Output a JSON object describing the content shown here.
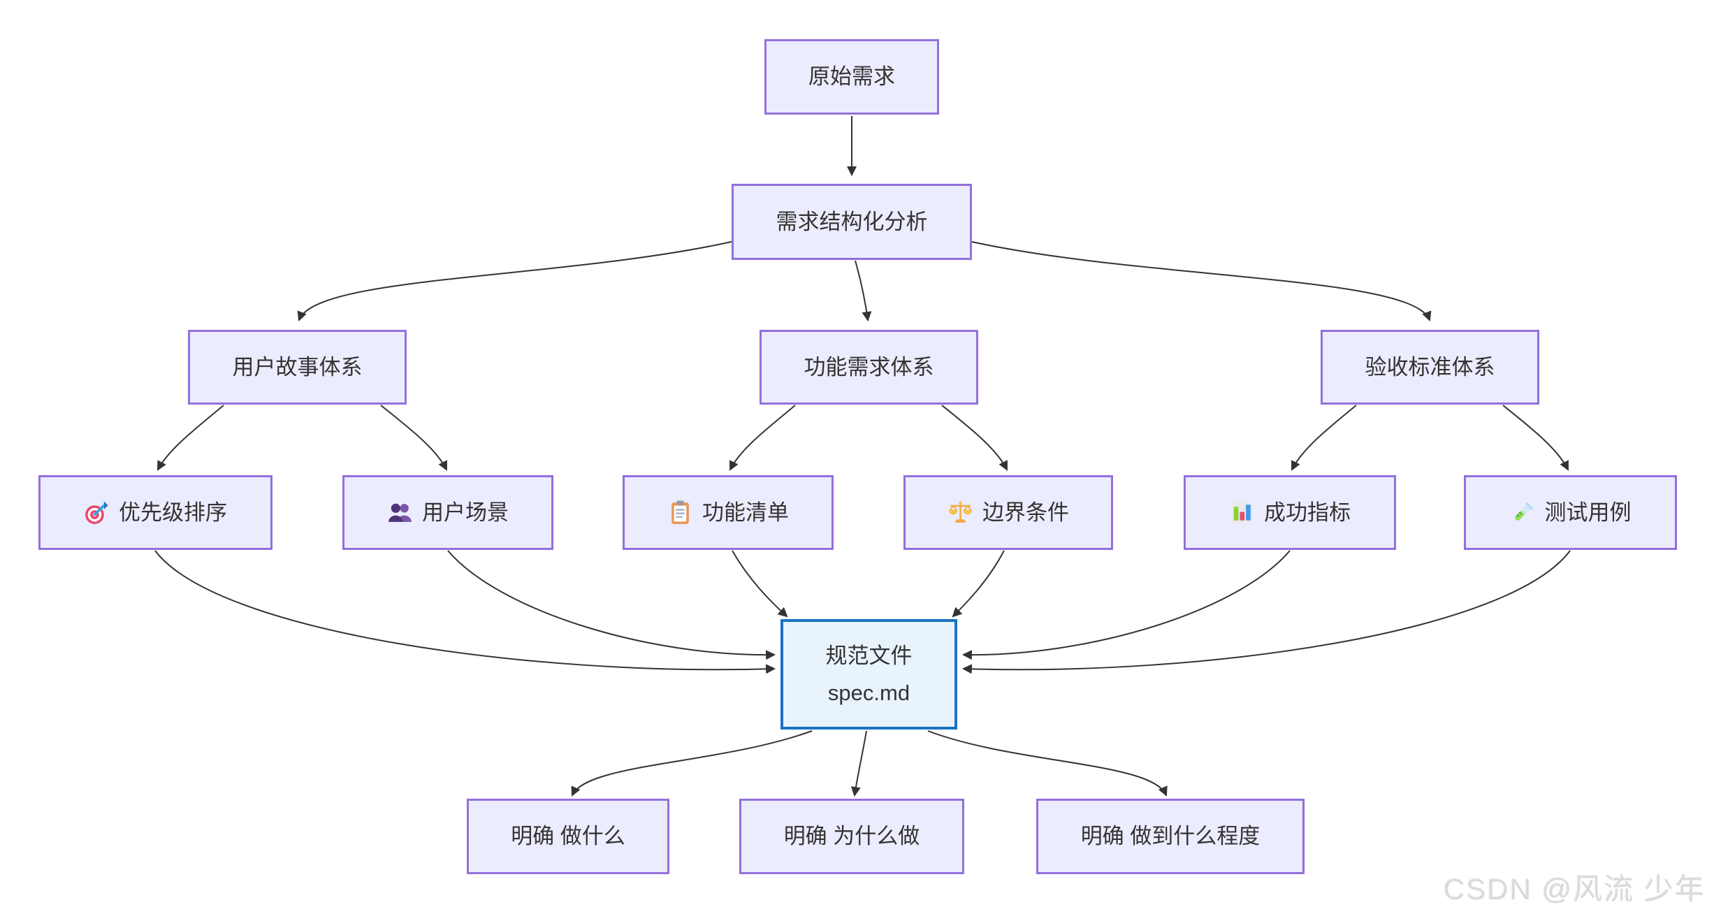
{
  "diagram": {
    "type": "flowchart",
    "nodes": {
      "raw": {
        "label": "原始需求"
      },
      "analysis": {
        "label": "需求结构化分析"
      },
      "user_story": {
        "label": "用户故事体系"
      },
      "func_req": {
        "label": "功能需求体系"
      },
      "acceptance": {
        "label": "验收标准体系"
      },
      "priority": {
        "label": "优先级排序",
        "icon": "🎯",
        "icon_name": "target-dart-icon"
      },
      "scenario": {
        "label": "用户场景",
        "icon": "👥",
        "icon_name": "users-icon"
      },
      "feature_list": {
        "label": "功能清单",
        "icon": "📋",
        "icon_name": "clipboard-icon"
      },
      "boundary": {
        "label": "边界条件",
        "icon": "⚖️",
        "icon_name": "balance-scale-icon"
      },
      "metrics": {
        "label": "成功指标",
        "icon": "📊",
        "icon_name": "bar-chart-icon"
      },
      "test_case": {
        "label": "测试用例",
        "icon": "🧪",
        "icon_name": "test-tube-icon"
      },
      "spec": {
        "label_line1": "规范文件",
        "label_line2": "spec.md"
      },
      "what": {
        "label": "明确 做什么"
      },
      "why": {
        "label": "明确 为什么做"
      },
      "extent": {
        "label": "明确 做到什么程度"
      }
    },
    "edges": [
      {
        "from": "原始需求",
        "to": "需求结构化分析"
      },
      {
        "from": "需求结构化分析",
        "to": "用户故事体系"
      },
      {
        "from": "需求结构化分析",
        "to": "功能需求体系"
      },
      {
        "from": "需求结构化分析",
        "to": "验收标准体系"
      },
      {
        "from": "用户故事体系",
        "to": "优先级排序"
      },
      {
        "from": "用户故事体系",
        "to": "用户场景"
      },
      {
        "from": "功能需求体系",
        "to": "功能清单"
      },
      {
        "from": "功能需求体系",
        "to": "边界条件"
      },
      {
        "from": "验收标准体系",
        "to": "成功指标"
      },
      {
        "from": "验收标准体系",
        "to": "测试用例"
      },
      {
        "from": "优先级排序",
        "to": "规范文件 spec.md"
      },
      {
        "from": "用户场景",
        "to": "规范文件 spec.md"
      },
      {
        "from": "功能清单",
        "to": "规范文件 spec.md"
      },
      {
        "from": "边界条件",
        "to": "规范文件 spec.md"
      },
      {
        "from": "成功指标",
        "to": "规范文件 spec.md"
      },
      {
        "from": "测试用例",
        "to": "规范文件 spec.md"
      },
      {
        "from": "规范文件 spec.md",
        "to": "明确 做什么"
      },
      {
        "from": "规范文件 spec.md",
        "to": "明确 为什么做"
      },
      {
        "from": "规范文件 spec.md",
        "to": "明确 做到什么程度"
      }
    ]
  },
  "watermark": {
    "text": "CSDN @风流 少年"
  },
  "colors": {
    "node_fill": "#ECECFF",
    "node_border": "#9370DB",
    "spec_fill": "#E9F3FC",
    "spec_border": "#1A73C2",
    "edge": "#333333",
    "text": "#333333",
    "watermark": "#DADADA",
    "background": "#FFFFFF"
  }
}
